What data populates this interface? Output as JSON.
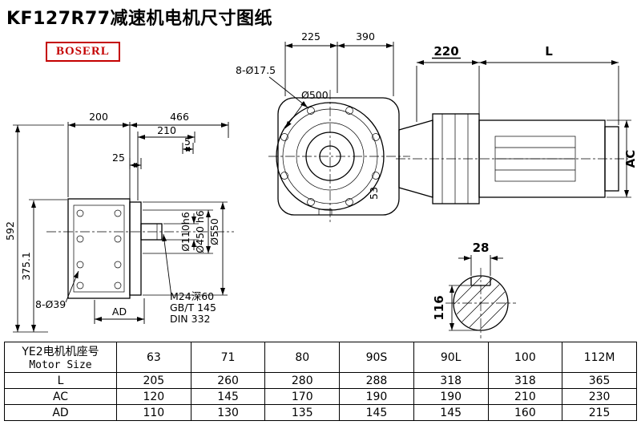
{
  "page": {
    "title": "KF127R77减速机电机尺寸图纸",
    "brand": "BOSERL"
  },
  "drawing": {
    "front_view": {
      "bolt_holes": "8-Ø17.5",
      "dim_225": "225",
      "dim_390": "390",
      "flange_diameter": "Ø500",
      "dim_53": "53"
    },
    "motor": {
      "dim_220": "220",
      "dim_length": "L",
      "dim_ac": "AC"
    },
    "side_view": {
      "dim_200": "200",
      "dim_466": "466",
      "dim_210": "210",
      "dim_5": "5",
      "dim_25": "25",
      "dim_592": "592",
      "dim_375_1": "375.1",
      "bolt_holes": "8-Ø39",
      "dim_ad": "AD",
      "shaft_diameter": "Ø110h6",
      "spigot_diameter": "Ø450 h6",
      "flange_od": "Ø550",
      "note_tap": "M24深60",
      "note_gb": "GB/T 145",
      "note_din": "DIN 332"
    },
    "shaft_section": {
      "key_width": "28",
      "dim_116": "116"
    }
  },
  "table": {
    "header": {
      "line1": "YE2电机机座号",
      "line2": "Motor Size"
    },
    "columns": [
      "63",
      "71",
      "80",
      "90S",
      "90L",
      "100",
      "112M"
    ],
    "rows": [
      {
        "label": "L",
        "values": [
          "205",
          "260",
          "280",
          "288",
          "318",
          "318",
          "365"
        ]
      },
      {
        "label": "AC",
        "values": [
          "120",
          "145",
          "170",
          "190",
          "190",
          "210",
          "230"
        ]
      },
      {
        "label": "AD",
        "values": [
          "110",
          "130",
          "135",
          "145",
          "145",
          "160",
          "215"
        ]
      }
    ]
  }
}
